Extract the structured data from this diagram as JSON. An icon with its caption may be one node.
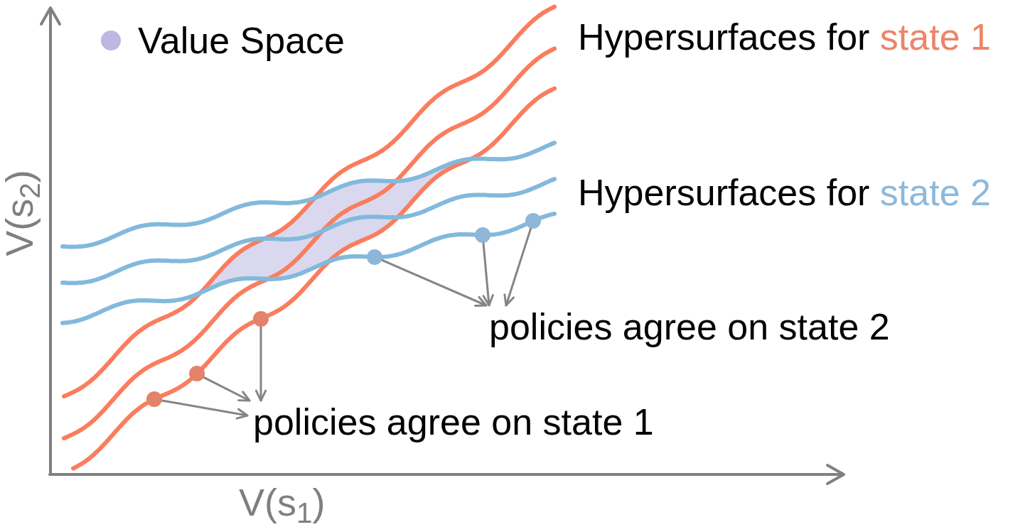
{
  "diagram": {
    "nodes": [
      {
        "text": [],
        "shape": "circle"
      },
      {
        "text": [],
        "shape": "circle"
      },
      {
        "text": [],
        "shape": "circle"
      },
      {
        "text": [
          "policies agree on state 2"
        ]
      },
      {
        "text": [],
        "shape": "circle"
      },
      {
        "text": [],
        "shape": "circle"
      },
      {
        "text": [],
        "shape": "circle"
      },
      {
        "text": [
          "policies agree on state 1"
        ]
      }
    ],
    "edges": [
      {
        "from": 0,
        "to": 3,
        "arrow": "to"
      },
      {
        "from": 1,
        "to": 3,
        "arrow": "to"
      },
      {
        "from": 2,
        "to": 3,
        "arrow": "to"
      },
      {
        "from": 4,
        "to": 7,
        "arrow": "to"
      },
      {
        "from": 5,
        "to": 7,
        "arrow": "to"
      },
      {
        "from": 6,
        "to": 7,
        "arrow": "to"
      }
    ],
    "labels": [
      "Hypersurfaces for state 1",
      "Hypersurfaces for state 2",
      "V(s$_{2}$)",
      "V(s$_{1}$)"
    ],
    "legend": [
      {
        "text": "Value Space",
        "color": "#bcb8e2"
      }
    ]
  }
}
